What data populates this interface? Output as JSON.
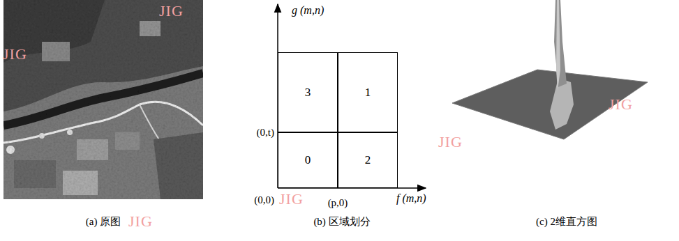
{
  "diagram": {
    "nodes": [
      {
        "text": [
          "3"
        ]
      },
      {
        "text": [
          "1"
        ]
      },
      {
        "text": [
          "0"
        ]
      },
      {
        "text": [
          "2"
        ]
      }
    ],
    "labels": [
      "(a) 原图",
      "(b) 区域划分",
      "(c) 2维直方图",
      "g (m,n)",
      "f (m,n)",
      "(0,t)",
      "(0,0)",
      "(p,0)",
      "JIG",
      "JIG",
      "JIG",
      "JIG",
      "JIG",
      "JIG"
    ]
  }
}
